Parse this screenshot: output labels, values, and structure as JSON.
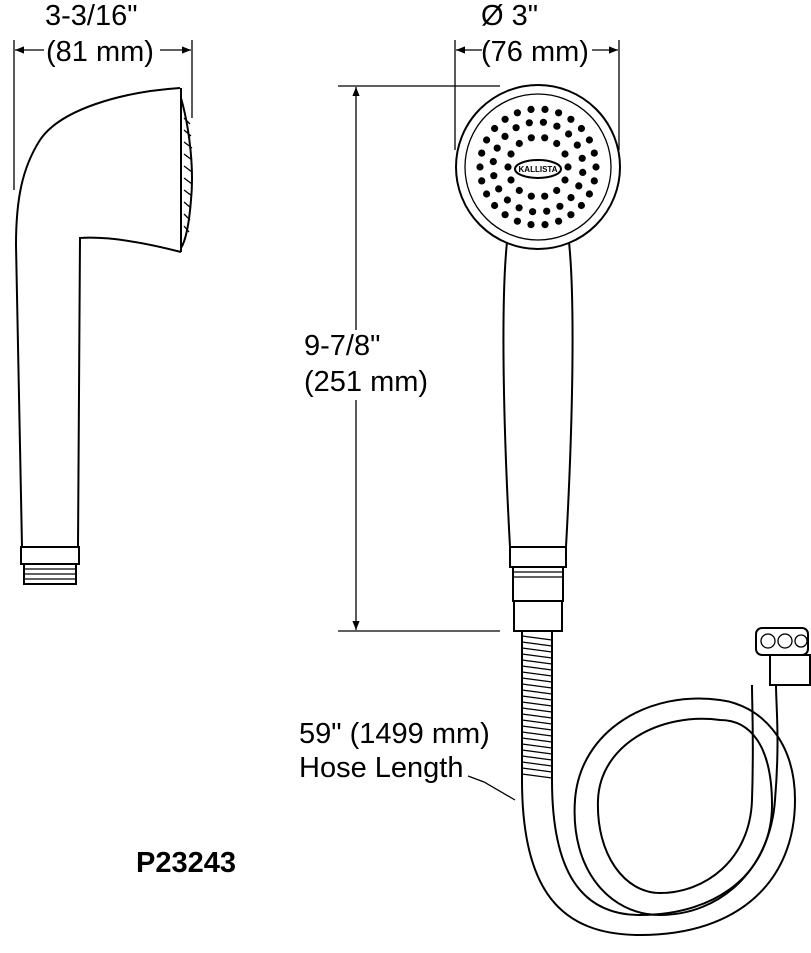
{
  "dimensions": {
    "side_width_in": "3-3/16\"",
    "side_width_mm": "(81 mm)",
    "face_diameter_in": "Ø 3\"",
    "face_diameter_mm": "(76 mm)",
    "height_in": "9-7/8\"",
    "height_mm": "(251 mm)",
    "hose_length": "59\" (1499 mm)",
    "hose_label": "Hose Length"
  },
  "product": {
    "model_number": "P23243",
    "brand_logo": "KALLISTA"
  },
  "colors": {
    "line": "#000000",
    "background": "#ffffff"
  }
}
